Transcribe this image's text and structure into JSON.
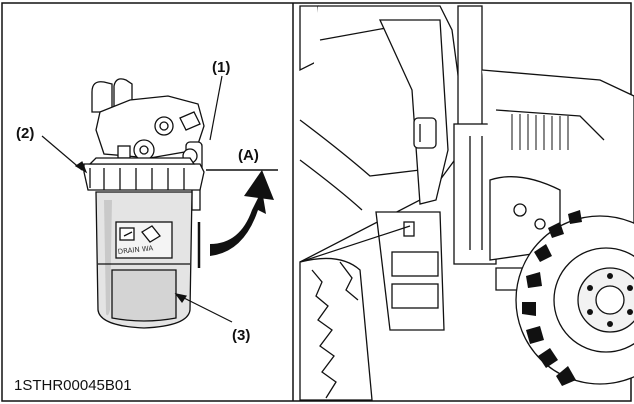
{
  "callouts": {
    "c1": "(1)",
    "c2": "(2)",
    "c3": "(3)",
    "cA": "(A)"
  },
  "figure_code": "1STHR00045B01",
  "decal_text": "DRAIN WA",
  "colors": {
    "line": "#111111",
    "bowl_fill": "#e4e4e4",
    "bowl_shade": "#c9c9c9",
    "background": "#ffffff"
  }
}
